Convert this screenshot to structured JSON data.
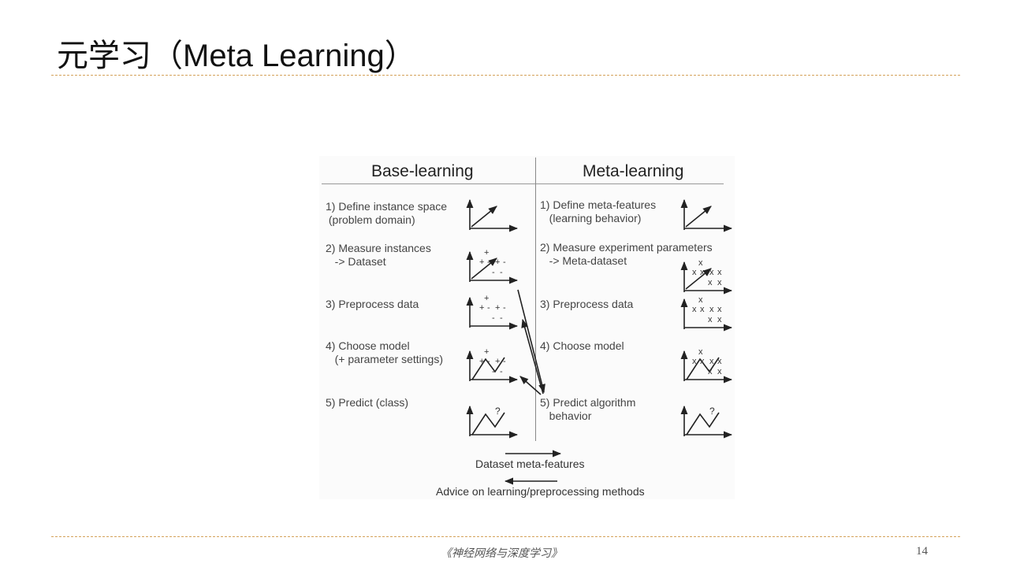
{
  "slide": {
    "title": "元学习（Meta Learning）",
    "footer": "《神经网络与深度学习》",
    "page_number": "14"
  },
  "diagram": {
    "base_header": "Base-learning",
    "meta_header": "Meta-learning",
    "base_steps": [
      "1) Define instance space\n (problem domain)",
      "2) Measure instances\n   -> Dataset",
      "3) Preprocess data",
      "4) Choose model\n   (+ parameter settings)",
      "5) Predict (class)"
    ],
    "meta_steps": [
      "1) Define meta-features\n   (learning behavior)",
      "2) Measure experiment parameters\n   -> Meta-dataset",
      "3) Preprocess data",
      "4) Choose model",
      "5) Predict algorithm\n   behavior"
    ],
    "symbols": {
      "plus": "+",
      "minus": "-",
      "cross": "x",
      "question": "?"
    },
    "bottom_forward_label": "Dataset meta-features",
    "bottom_back_label": "Advice on learning/preprocessing methods"
  },
  "colors": {
    "accent_dash": "#d4a25a",
    "ink": "#222222"
  }
}
